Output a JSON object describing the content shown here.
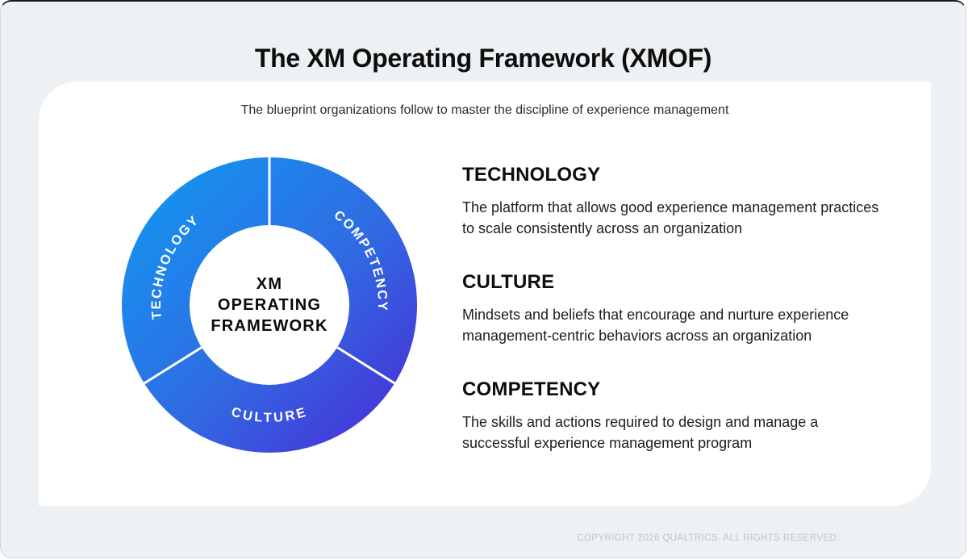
{
  "header": {
    "title": "The XM Operating Framework (XMOF)",
    "subtitle": "The blueprint organizations follow to master the discipline of experience management"
  },
  "donut": {
    "center_label": [
      "XM",
      "OPERATING",
      "FRAMEWORK"
    ],
    "segments": [
      "TECHNOLOGY",
      "COMPETENCY",
      "CULTURE"
    ],
    "colors": {
      "gradient_start": "#1691ef",
      "gradient_end": "#4538d8",
      "divider": "#ffffff",
      "label_text": "#ffffff"
    }
  },
  "sections": [
    {
      "heading": "TECHNOLOGY",
      "body": "The platform that allows good experience management practices to scale consistently across an organization"
    },
    {
      "heading": "CULTURE",
      "body": "Mindsets and beliefs that encourage and nurture experience management-centric behaviors across an organization"
    },
    {
      "heading": "COMPETENCY",
      "body": "The skills and actions required to design and manage a successful experience management program"
    }
  ],
  "footer": {
    "copyright": "COPYRIGHT 2026 QUALTRICS. ALL RIGHTS RESERVED."
  }
}
